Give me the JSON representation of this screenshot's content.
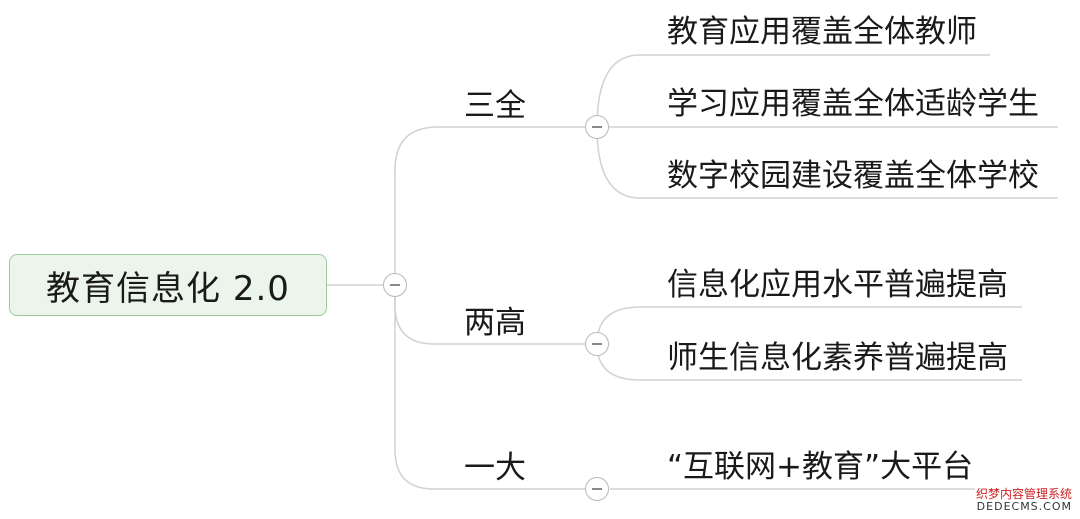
{
  "root": {
    "label": "教育信息化 2.0"
  },
  "branches": [
    {
      "label": "三全",
      "children": [
        "教育应用覆盖全体教师",
        "学习应用覆盖全体适龄学生",
        "数字校园建设覆盖全体学校"
      ]
    },
    {
      "label": "两高",
      "children": [
        "信息化应用水平普遍提高",
        "师生信息化素养普遍提高"
      ]
    },
    {
      "label": "一大",
      "children": [
        "“互联网+教育”大平台"
      ]
    }
  ],
  "watermark": {
    "line1": "织梦内容管理系统",
    "line2": "DEDECMS.COM"
  },
  "colors": {
    "connector": "#d2d2d2",
    "root_fill": "#ecf5ec",
    "root_border": "#9ccc9c",
    "watermark": "#cc2222"
  }
}
